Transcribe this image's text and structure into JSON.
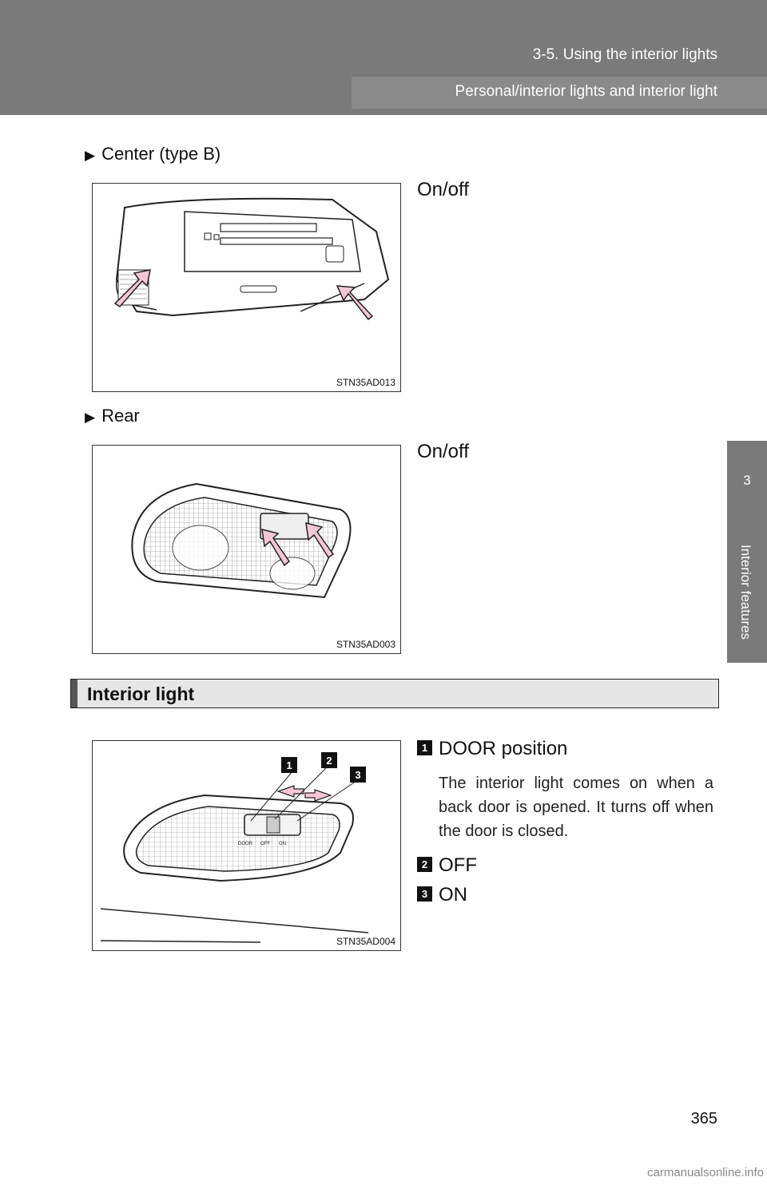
{
  "header": {
    "section": "3-5. Using the interior lights",
    "subtitle": "Personal/interior lights and interior light"
  },
  "side_tab": {
    "number": "3",
    "label": "Interior features"
  },
  "center": {
    "heading": "Center (type B)",
    "figure_code": "STN35AD013",
    "action": "On/off"
  },
  "rear": {
    "heading": "Rear",
    "figure_code": "STN35AD003",
    "action": "On/off"
  },
  "interior_light": {
    "title": "Interior light",
    "figure_code": "STN35AD004",
    "switch_labels": [
      "DOOR",
      "OFF",
      "ON"
    ],
    "items": [
      {
        "number": "1",
        "label": "DOOR position",
        "description": "The interior light comes on when a back door is opened. It turns off when the door is closed."
      },
      {
        "number": "2",
        "label": "OFF"
      },
      {
        "number": "3",
        "label": "ON"
      }
    ]
  },
  "page_number": "365",
  "watermark": "carmanualsonline.info",
  "colors": {
    "header": "#7a7a7a",
    "arrow_fill": "#f5c6d6",
    "section_bg": "#e6e6e6"
  }
}
